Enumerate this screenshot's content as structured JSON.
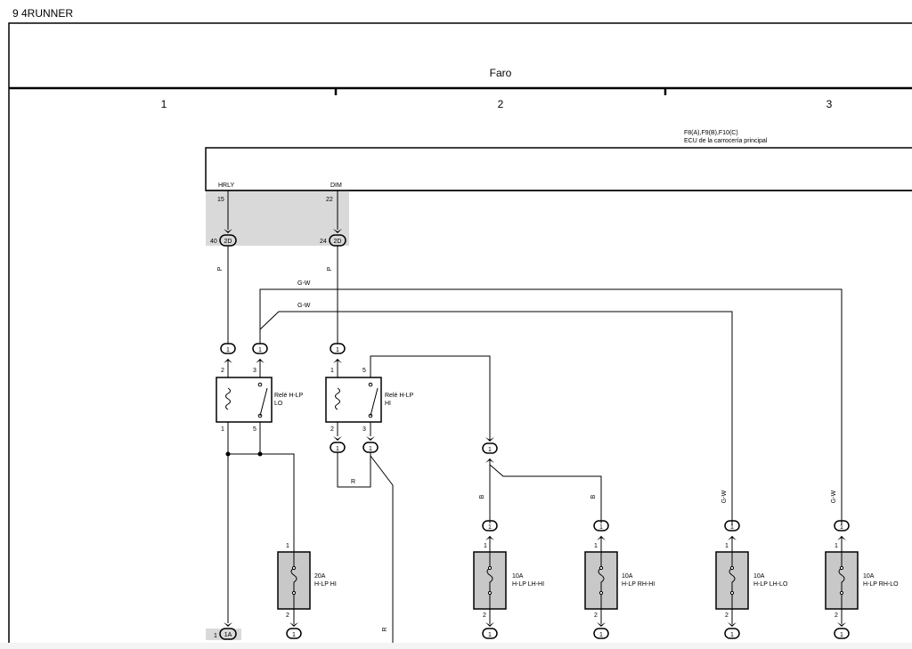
{
  "page": {
    "header": "9  4RUNNER",
    "section_title": "Faro",
    "columns": [
      "1",
      "2",
      "3"
    ]
  },
  "ecu": {
    "codes": "F8(A),F9(B),F10(C)",
    "name": "ECU de la carrocería principal",
    "pins": [
      {
        "label": "HRLY",
        "pin": "15",
        "conn_no": "40",
        "conn_id": "2D"
      },
      {
        "label": "DIM",
        "pin": "22",
        "conn_no": "24",
        "conn_id": "2D"
      }
    ]
  },
  "wire_colors": {
    "p_left": "P",
    "p_right": "P",
    "gw_top": "G-W",
    "gw_second": "G-W",
    "r_mid": "R",
    "r_bottom": "R",
    "b_left": "B",
    "b_right": "B",
    "gw_fuse3": "G-W",
    "gw_fuse4": "G-W"
  },
  "relays": [
    {
      "name_line1": "Relé H-LP",
      "name_line2": "LO",
      "pins": [
        "2",
        "3",
        "1",
        "5"
      ],
      "conns": [
        "1",
        "1"
      ]
    },
    {
      "name_line1": "Relé H-LP",
      "name_line2": "HI",
      "pins": [
        "1",
        "5",
        "2",
        "3"
      ],
      "conns": [
        "1",
        "1",
        "1"
      ]
    }
  ],
  "junction_conn": "1",
  "bottom_left_conn": {
    "no": "1",
    "id": "1A"
  },
  "fuses": [
    {
      "amps": "20A",
      "name": "H-LP HI",
      "pin_top": "1",
      "pin_bottom": "2",
      "conn_bottom": "1"
    },
    {
      "amps": "10A",
      "name": "H-LP LH-HI",
      "pin_top": "1",
      "pin_bottom": "2",
      "conn_top": "1",
      "conn_bottom": "1"
    },
    {
      "amps": "10A",
      "name": "H-LP RH-HI",
      "pin_top": "1",
      "pin_bottom": "2",
      "conn_top": "1",
      "conn_bottom": "1"
    },
    {
      "amps": "10A",
      "name": "H-LP LH-LO",
      "pin_top": "1",
      "pin_bottom": "2",
      "conn_top": "1",
      "conn_bottom": "1"
    },
    {
      "amps": "10A",
      "name": "H-LP RH-LO",
      "pin_top": "1",
      "pin_bottom": "2",
      "conn_top": "1",
      "conn_bottom": "1"
    }
  ]
}
